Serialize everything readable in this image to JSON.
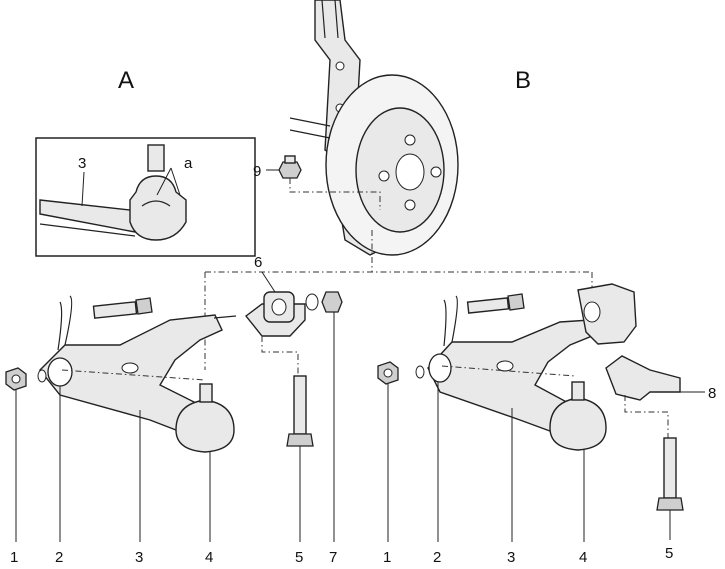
{
  "view_labels": {
    "left": "A",
    "right": "B"
  },
  "inset": {
    "arm_label": "3",
    "detail_label": "a"
  },
  "callouts": {
    "left": [
      "1",
      "2",
      "3",
      "4",
      "5",
      "7"
    ],
    "right": [
      "1",
      "2",
      "3",
      "4",
      "5"
    ],
    "bushing_top": "6",
    "bracket_right": "8",
    "nut_hub": "9"
  }
}
